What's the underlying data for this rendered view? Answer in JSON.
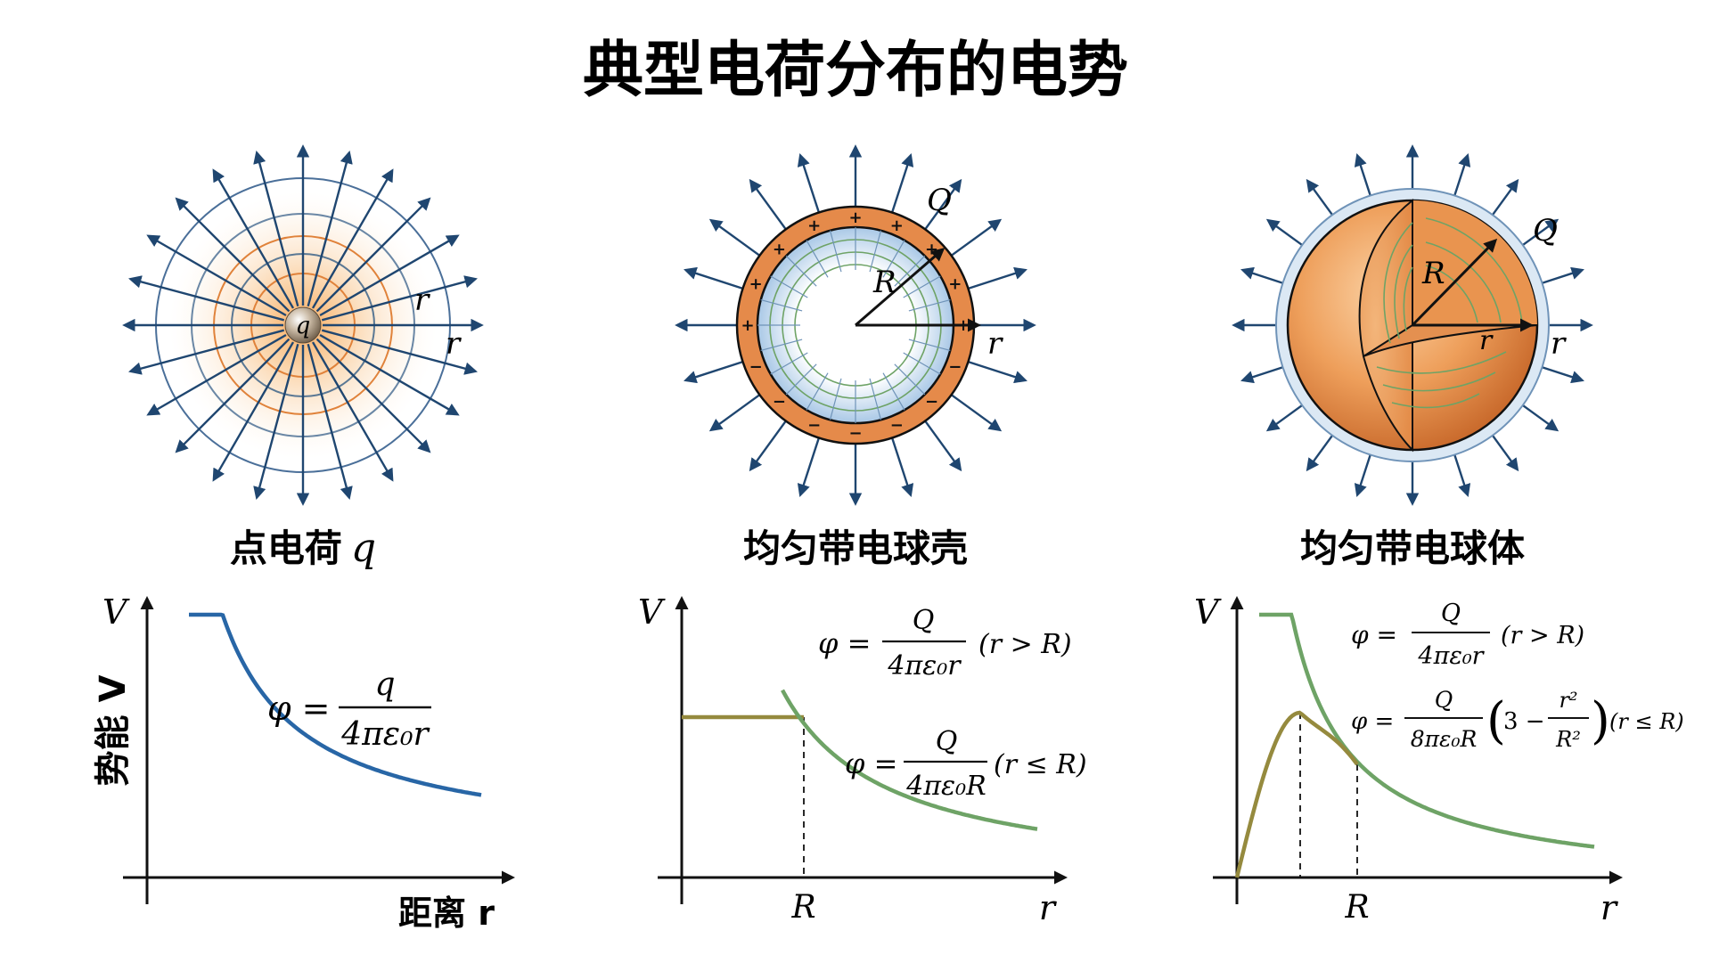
{
  "title": "典型电荷分布的电势",
  "colors": {
    "field_line": "#1f4670",
    "point_curve": "#2866a6",
    "outside_curve": "#6ea366",
    "inside_curve": "#958a3e",
    "shell_orange": "#e58a4a",
    "shell_blue": "#bad3e9",
    "sphere_orange": "#ec9c58",
    "glow": "#f7b878"
  },
  "icons": [
    "point-charge-field-diagram",
    "charged-shell-field-diagram",
    "charged-solid-sphere-field-diagram"
  ],
  "panels": {
    "point": {
      "caption_text": "点电荷",
      "caption_var": "q",
      "charge_label": "q",
      "r_label_inner": "r",
      "r_label_outer": "r",
      "axis_y": "V",
      "axis_y_title": "势能 V",
      "axis_x": "距离 r",
      "formula": {
        "lhs": "φ =",
        "num": "q",
        "den": "4πε₀r"
      }
    },
    "shell": {
      "caption": "均匀带电球壳",
      "charge_label": "Q",
      "radius_label": "R",
      "r_label": "r",
      "plus_sign": "+",
      "minus_sign": "−",
      "axis_y": "V",
      "axis_x": "r",
      "tick_R": "R",
      "formula_outside": {
        "lhs": "φ =",
        "num": "Q",
        "den": "4πε₀r",
        "cond": "(r > R)"
      },
      "formula_inside": {
        "lhs": "φ =",
        "num": "Q",
        "den": "4πε₀R",
        "cond": "(r ≤ R)"
      }
    },
    "sphere": {
      "caption": "均匀带电球体",
      "charge_label": "Q",
      "radius_label": "R",
      "r_label_inner": "r",
      "r_label_outer": "r",
      "axis_y": "V",
      "axis_x": "r",
      "tick_R": "R",
      "formula_outside": {
        "lhs": "φ =",
        "num": "Q",
        "den": "4πε₀r",
        "cond": "(r > R)"
      },
      "formula_inside": {
        "lhs": "φ =",
        "num": "Q",
        "den": "8πε₀R",
        "paren_left": "(",
        "three": "3 −",
        "inner_num": "r²",
        "inner_den": "R²",
        "paren_right": ")",
        "cond": "(r ≤ R)"
      }
    }
  }
}
